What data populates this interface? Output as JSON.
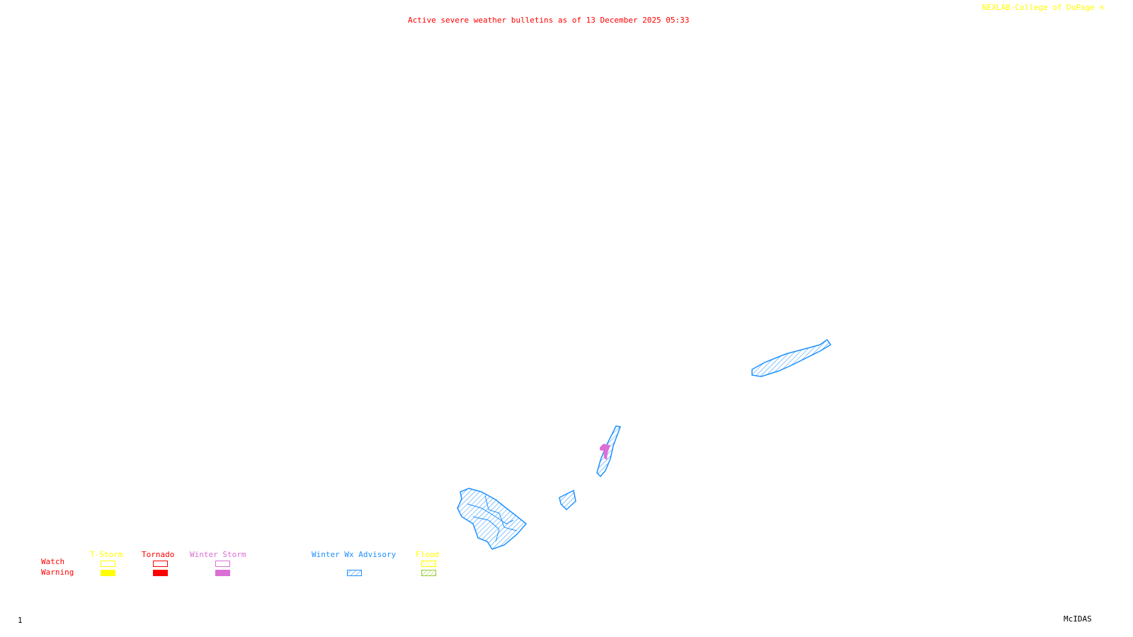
{
  "header": {
    "title": "Active severe weather bulletins as of 13 December 2025 05:33",
    "credit": "NEXLAB-College of DuPage",
    "credit_icon": "corner-arrow-icon"
  },
  "legend": {
    "row_labels": {
      "watch": "Watch",
      "warning": "Warning"
    },
    "categories": [
      {
        "label": "T-Storm",
        "color": "#ffff00"
      },
      {
        "label": "Tornado",
        "color": "#ff0000"
      },
      {
        "label": "Winter Storm",
        "color": "#da70d6"
      },
      {
        "label": "Winter Wx Advisory",
        "color": "#1e90ff"
      },
      {
        "label": "Flood",
        "color": "#ffff00",
        "warning_color": "#99cc33"
      }
    ]
  },
  "footer": {
    "frame_number": "1",
    "software": "McIDAS"
  },
  "colors": {
    "title": "#ff0000",
    "credit": "#ffff00",
    "advisory": "#1e90ff",
    "winter_storm_warning": "#da70d6"
  }
}
